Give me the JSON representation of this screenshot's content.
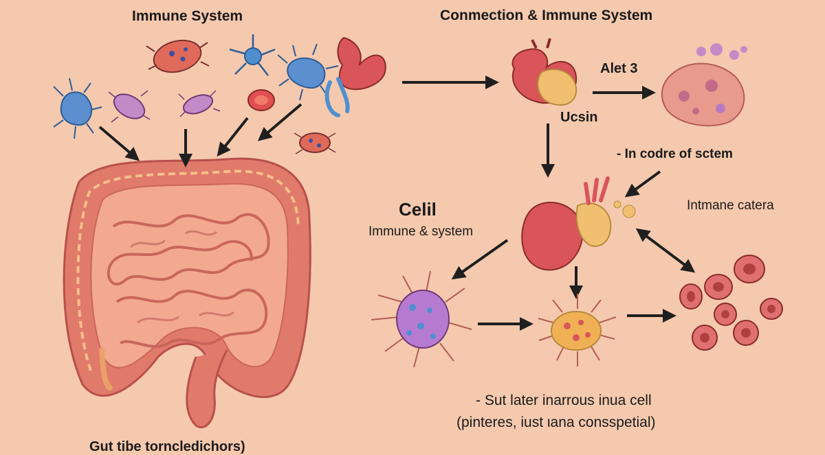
{
  "labels": {
    "immune_title": "Immune System",
    "connection_title": "Conmection & Immune System",
    "alet": "Alet 3",
    "ucsin": "Ucsin",
    "code_of_system": "- In codre of sctem",
    "intmane": "Intmane catera",
    "cell_heading": "Celil",
    "immune_and_system": "Immune & system",
    "footnote_line1": "- Sut later inarrous inua cell",
    "footnote_line2": "(pinteres, iust ιana consspetial)",
    "gut_caption": "Gut tibe torncledichors)"
  },
  "colors": {
    "background": "#f4c9ae",
    "colon_outer": "#e07a6a",
    "colon_inner": "#f2a98f",
    "colon_highlight": "#f5c08a",
    "intestine": "#eb9a88",
    "arrow": "#1f1f1f",
    "stomach": "#d9555a",
    "pancreas": "#f0c070",
    "purple_cell": "#b67bd1",
    "blue_microbe": "#5b8fcf",
    "red_cell": "#d85a5a",
    "tissue": "#e89a8c"
  }
}
